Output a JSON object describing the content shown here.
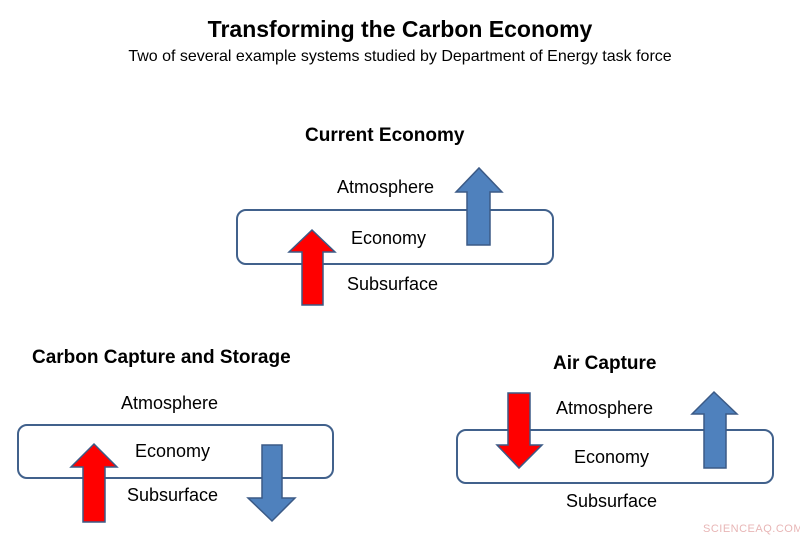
{
  "header": {
    "title": "Transforming the Carbon Economy",
    "subtitle": "Two of several example systems studied by Department of Energy task force"
  },
  "panels": [
    {
      "title": "Current Economy",
      "labels": {
        "top": "Atmosphere",
        "middle": "Economy",
        "bottom": "Subsurface"
      },
      "arrows": [
        {
          "color": "red",
          "direction": "up",
          "from": "Subsurface",
          "to": "Economy"
        },
        {
          "color": "blue",
          "direction": "up",
          "from": "Economy",
          "to": "Atmosphere"
        }
      ]
    },
    {
      "title": "Carbon Capture and Storage",
      "labels": {
        "top": "Atmosphere",
        "middle": "Economy",
        "bottom": "Subsurface"
      },
      "arrows": [
        {
          "color": "red",
          "direction": "up",
          "from": "Subsurface",
          "to": "Economy"
        },
        {
          "color": "blue",
          "direction": "down",
          "from": "Economy",
          "to": "Subsurface"
        }
      ]
    },
    {
      "title": "Air Capture",
      "labels": {
        "top": "Atmosphere",
        "middle": "Economy",
        "bottom": "Subsurface"
      },
      "arrows": [
        {
          "color": "red",
          "direction": "down",
          "from": "Atmosphere",
          "to": "Economy"
        },
        {
          "color": "blue",
          "direction": "up",
          "from": "Economy",
          "to": "Atmosphere"
        }
      ]
    }
  ],
  "colors": {
    "red_arrow": "#ff0000",
    "blue_arrow": "#4f81bd",
    "arrow_outline": "#3b5a86",
    "box_outline": "#41618c"
  },
  "watermark": "SCIENCEAQ.COM"
}
